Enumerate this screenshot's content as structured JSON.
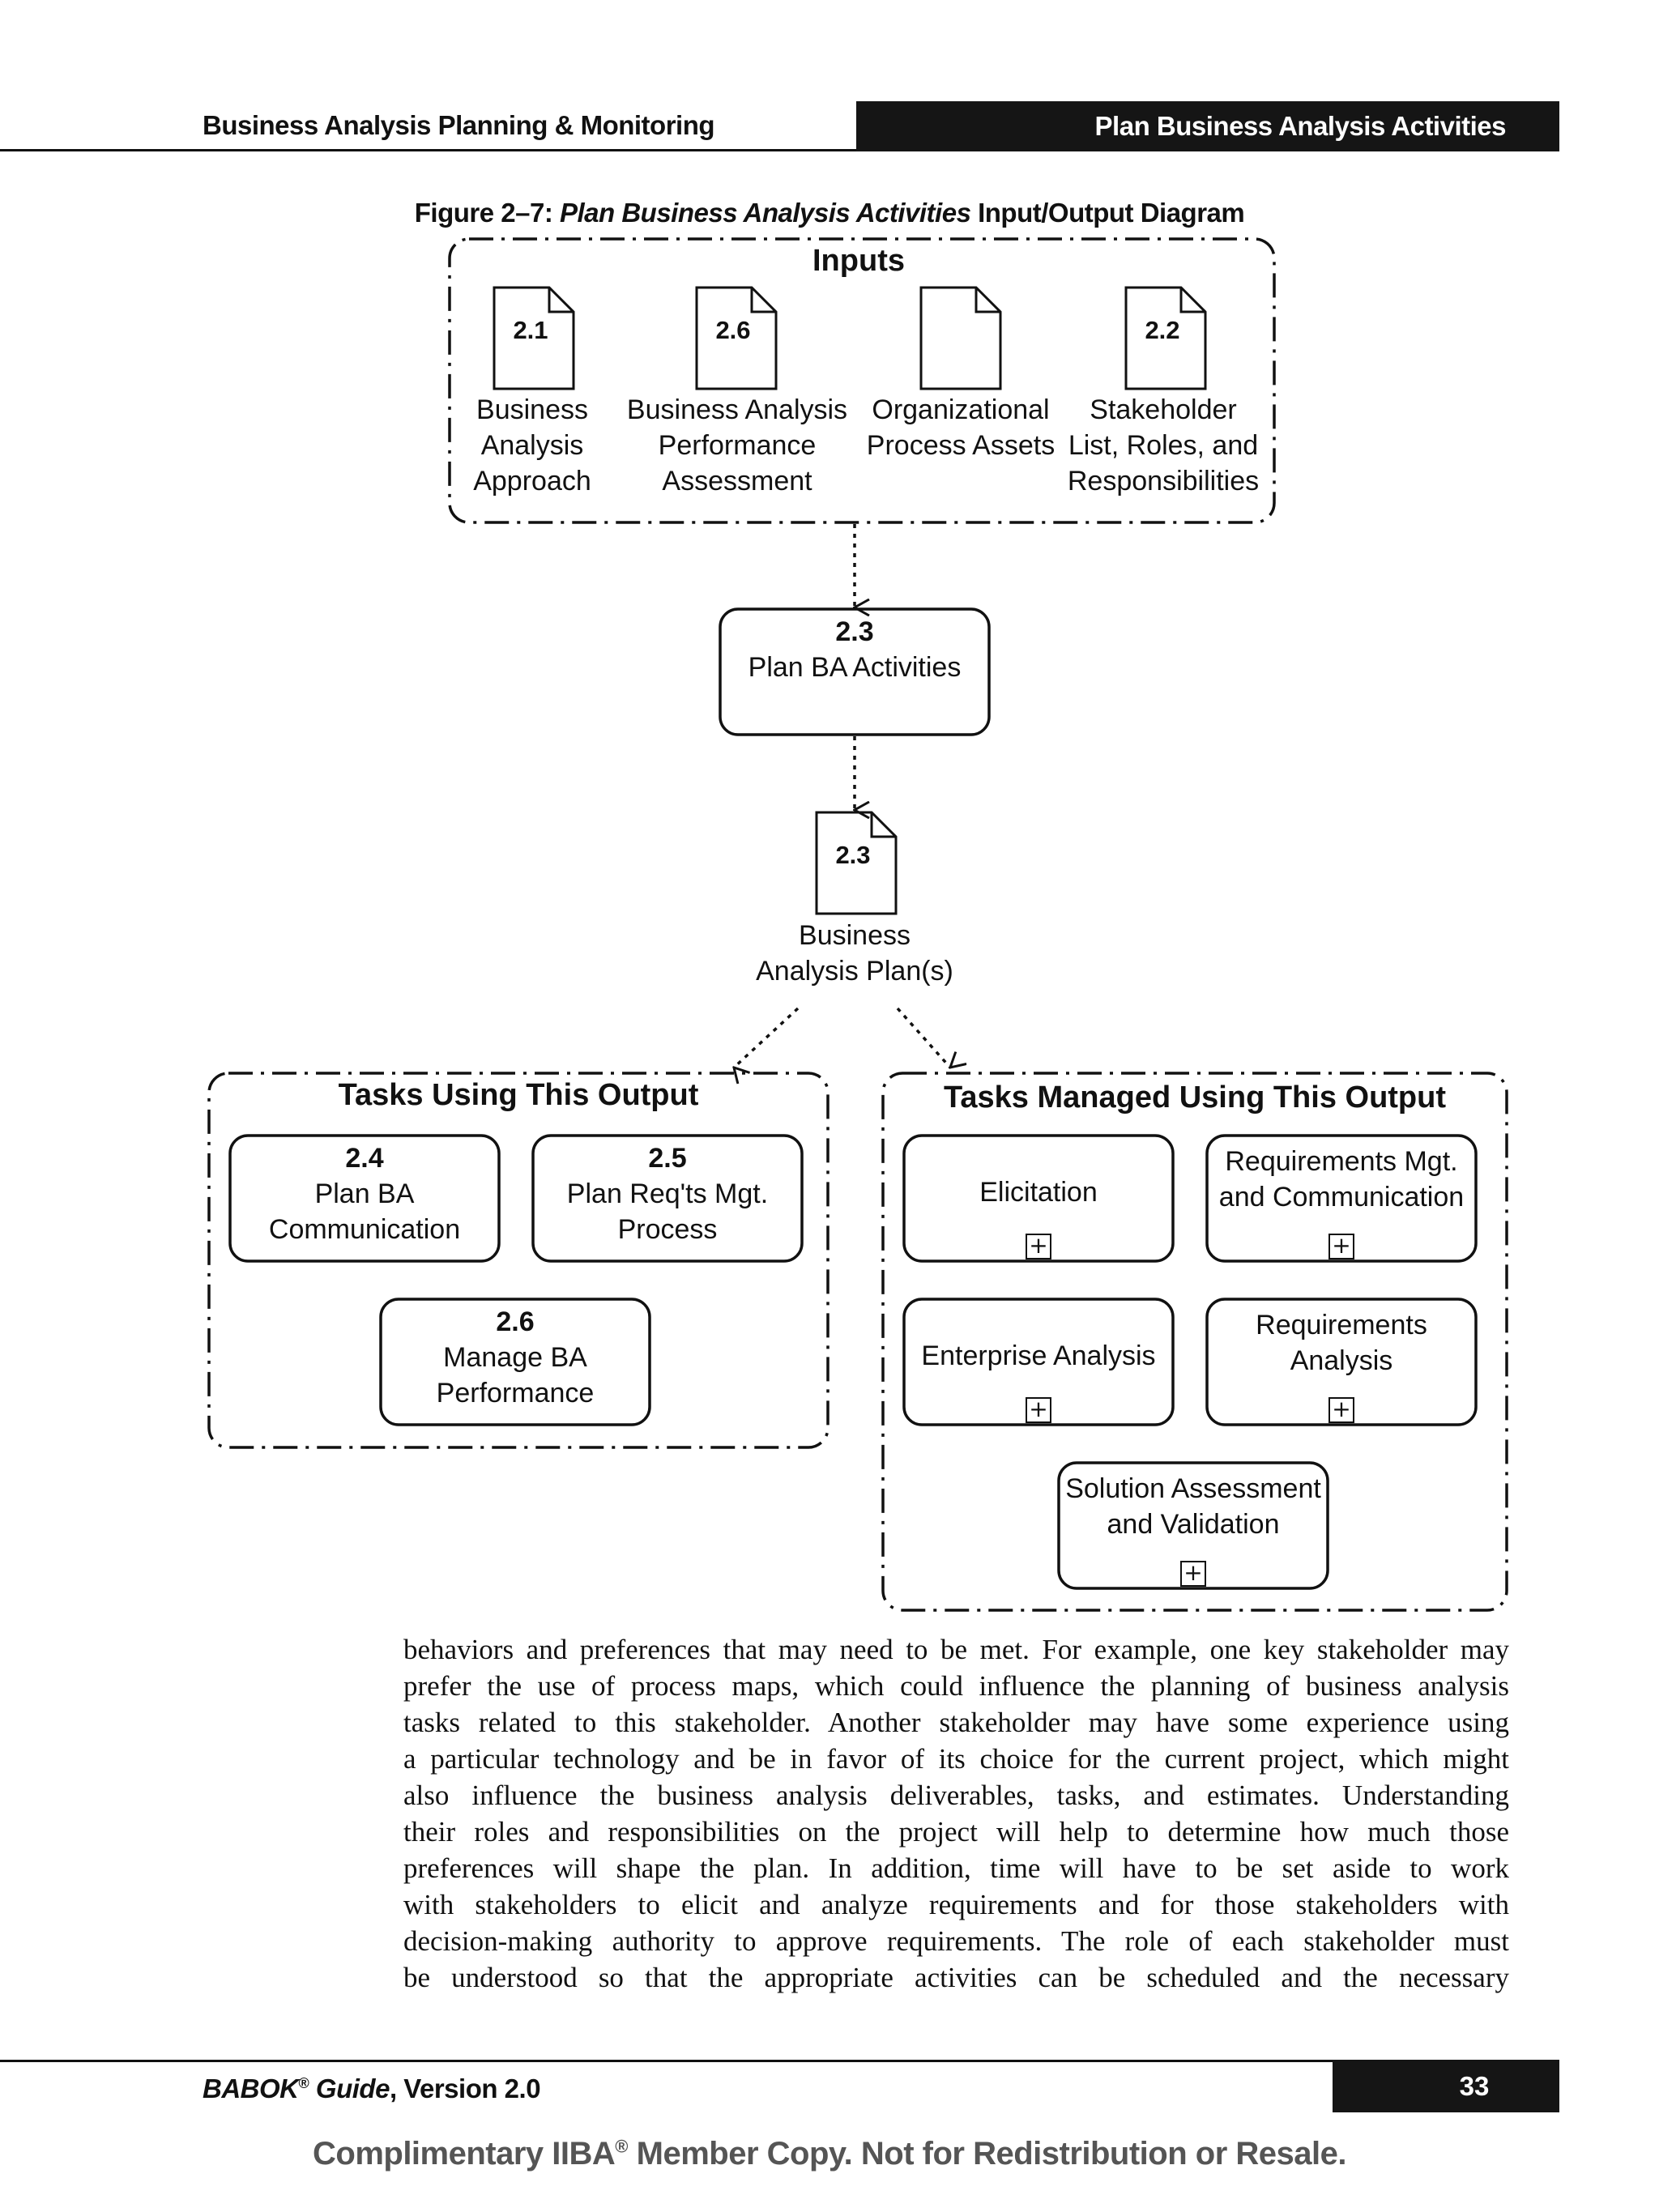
{
  "header": {
    "left": "Business Analysis Planning & Monitoring",
    "right": "Plan Business Analysis Activities"
  },
  "figure": {
    "caption_prefix": "Figure 2–7: ",
    "caption_italic": "Plan Business Analysis Activities",
    "caption_suffix": " Input/Output Diagram",
    "inputs": {
      "title": "Inputs",
      "items": [
        {
          "num": "2.1",
          "lines": [
            "Business",
            "Analysis",
            "Approach"
          ]
        },
        {
          "num": "2.6",
          "lines": [
            "Business Analysis",
            "Performance",
            "Assessment"
          ]
        },
        {
          "num": "",
          "lines": [
            "Organizational",
            "Process Assets"
          ]
        },
        {
          "num": "2.2",
          "lines": [
            "Stakeholder",
            "List, Roles, and",
            "Responsibilities"
          ]
        }
      ]
    },
    "task": {
      "num": "2.3",
      "label": "Plan BA Activities"
    },
    "output": {
      "num": "2.3",
      "lines": [
        "Business",
        "Analysis Plan(s)"
      ]
    },
    "tasks_using": {
      "title": "Tasks Using This Output",
      "items": [
        {
          "num": "2.4",
          "lines": [
            "Plan BA",
            "Communication"
          ]
        },
        {
          "num": "2.5",
          "lines": [
            "Plan Req'ts Mgt.",
            "Process"
          ]
        },
        {
          "num": "2.6",
          "lines": [
            "Manage BA",
            "Performance"
          ]
        }
      ]
    },
    "tasks_managed": {
      "title": "Tasks Managed Using This Output",
      "plus_symbol": "+",
      "items": [
        {
          "lines": [
            "Elicitation"
          ]
        },
        {
          "lines": [
            "Requirements Mgt.",
            "and Communication"
          ]
        },
        {
          "lines": [
            "Enterprise Analysis"
          ]
        },
        {
          "lines": [
            "Requirements",
            "Analysis"
          ]
        },
        {
          "lines": [
            "Solution Assessment",
            "and Validation"
          ]
        }
      ]
    }
  },
  "body_lines": [
    "behaviors and preferences that may need to be met. For example, one key stakeholder may",
    "prefer the use of process maps, which could influence the planning of business analysis",
    "tasks related to this stakeholder. Another stakeholder may have some experience using",
    "a particular technology and be in favor of its choice for the current project, which might",
    "also influence the business analysis deliverables, tasks, and estimates. Understanding",
    "their roles and responsibilities on the project will help to determine how much those",
    "preferences will shape the plan. In addition, time will have to be set aside to work",
    "with stakeholders to elicit and analyze requirements and for those stakeholders with",
    "decision-making authority to approve requirements. The role of each stakeholder must",
    "be understood so that the appropriate activities can be scheduled and the necessary"
  ],
  "footer": {
    "title_italic": "BABOK",
    "reg": "®",
    "title_italic2": " Guide",
    "version": ", Version 2.0",
    "page": "33"
  },
  "watermark": {
    "part1": "Complimentary IIBA",
    "reg": "®",
    "part2": " Member Copy. Not for Redistribution or Resale."
  }
}
